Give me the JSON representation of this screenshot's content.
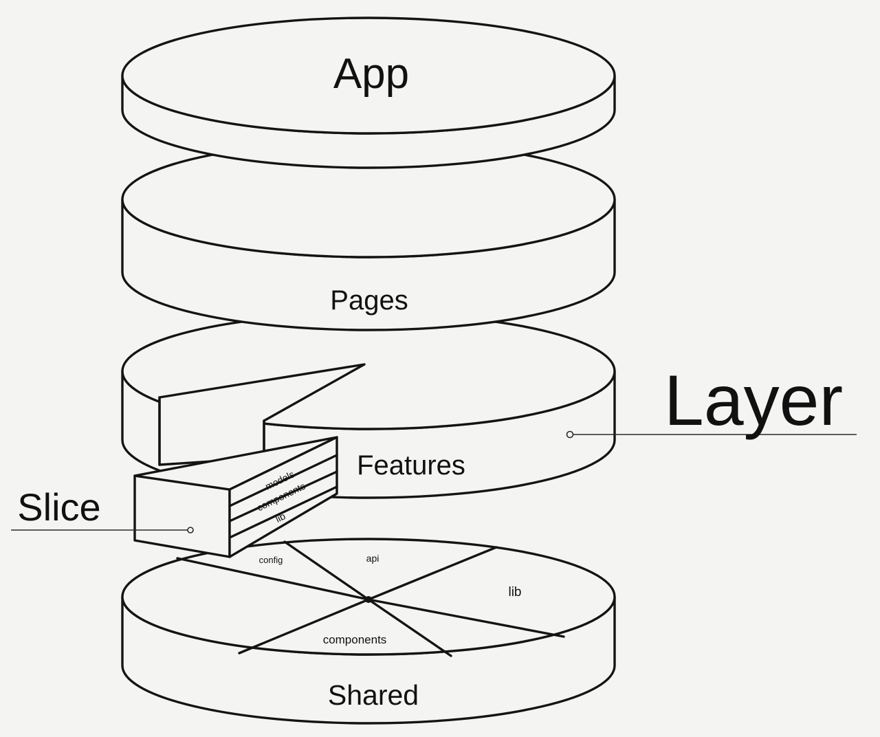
{
  "layers": {
    "app": "App",
    "pages": "Pages",
    "features": "Features",
    "shared": "Shared"
  },
  "slice_segments": [
    "models",
    "components",
    "lib"
  ],
  "shared_segments": {
    "config": "config",
    "api": "api",
    "lib": "lib",
    "components": "components"
  },
  "callouts": {
    "layer": "Layer",
    "slice": "Slice"
  },
  "colors": {
    "ink": "#141414",
    "paper": "#f4f4f2"
  }
}
